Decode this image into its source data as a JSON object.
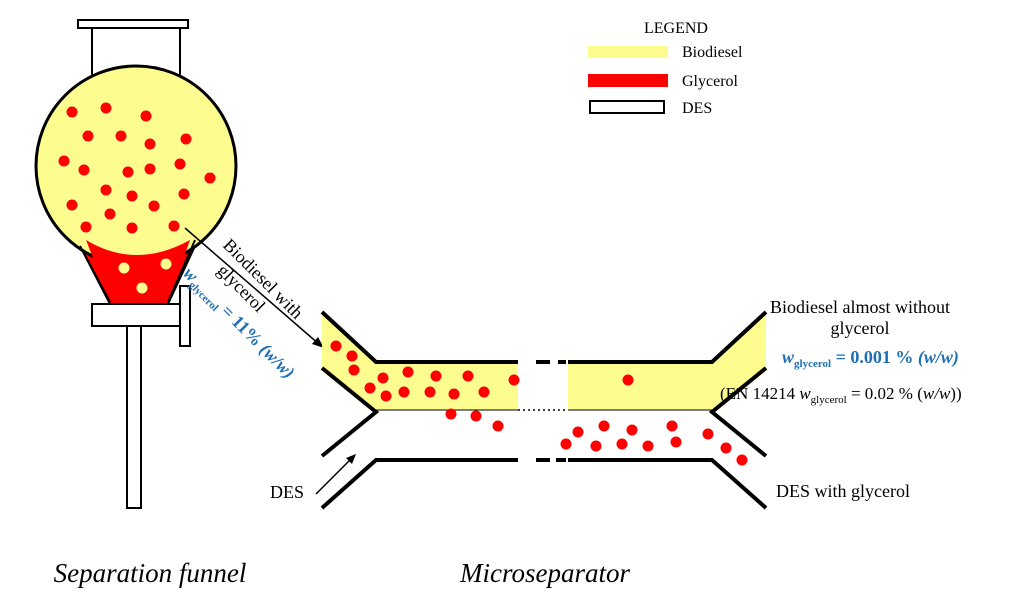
{
  "legend": {
    "title": "LEGEND",
    "items": [
      {
        "label": "Biodiesel",
        "color": "#fdfd8f"
      },
      {
        "label": "Glycerol",
        "color": "#ff0000"
      },
      {
        "label": "DES",
        "color": "#ffffff"
      }
    ]
  },
  "funnel": {
    "inlet_line1": "Biodiesel with",
    "inlet_line2": "glycerol",
    "w_symbol": "w",
    "w_sub": "glycerol",
    "w_value": " = 11% ",
    "w_unit": "(w/w)"
  },
  "outlet_top": {
    "line1": "Biodiesel almost without",
    "line2": "glycerol",
    "w_symbol": "w",
    "w_sub": "glycerol",
    "w_value": " = 0.001 % ",
    "w_unit": "(w/w)",
    "en_prefix": "(EN 14214 ",
    "en_w": "w",
    "en_sub": "glycerol",
    "en_value": " = 0.02 % (",
    "en_unit": "w/w",
    "en_close": "))"
  },
  "des_inlet_label": "DES",
  "des_outlet_label": "DES with glycerol",
  "captions": {
    "funnel": "Separation funnel",
    "microseparator": "Microseparator"
  },
  "colors": {
    "biodiesel": "#fdfd8f",
    "glycerol": "#ff0000",
    "label_blue": "#1f6fb5"
  }
}
